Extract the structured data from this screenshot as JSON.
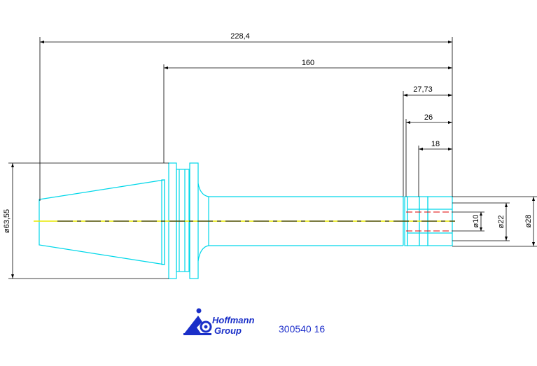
{
  "colors": {
    "outline": "#00d7e9",
    "dimension": "#000000",
    "centerline_yellow": "#e8e800",
    "centerline_dash": "#000000",
    "hidden_red": "#e00000",
    "logo_blue": "#1a2fc8"
  },
  "dimensions": {
    "overall_length": "228,4",
    "shank_length": "160",
    "d_27_73": "27,73",
    "d_26": "26",
    "d_18": "18",
    "dia_flange": "ø63,55",
    "dia_bore": "ø10",
    "dia_inner": "ø22",
    "dia_outer": "ø28"
  },
  "logo": {
    "line1": "Hoffmann",
    "line2": "Group",
    "icon": "hoffmann-group-logo-icon"
  },
  "part_number": "300540 16"
}
